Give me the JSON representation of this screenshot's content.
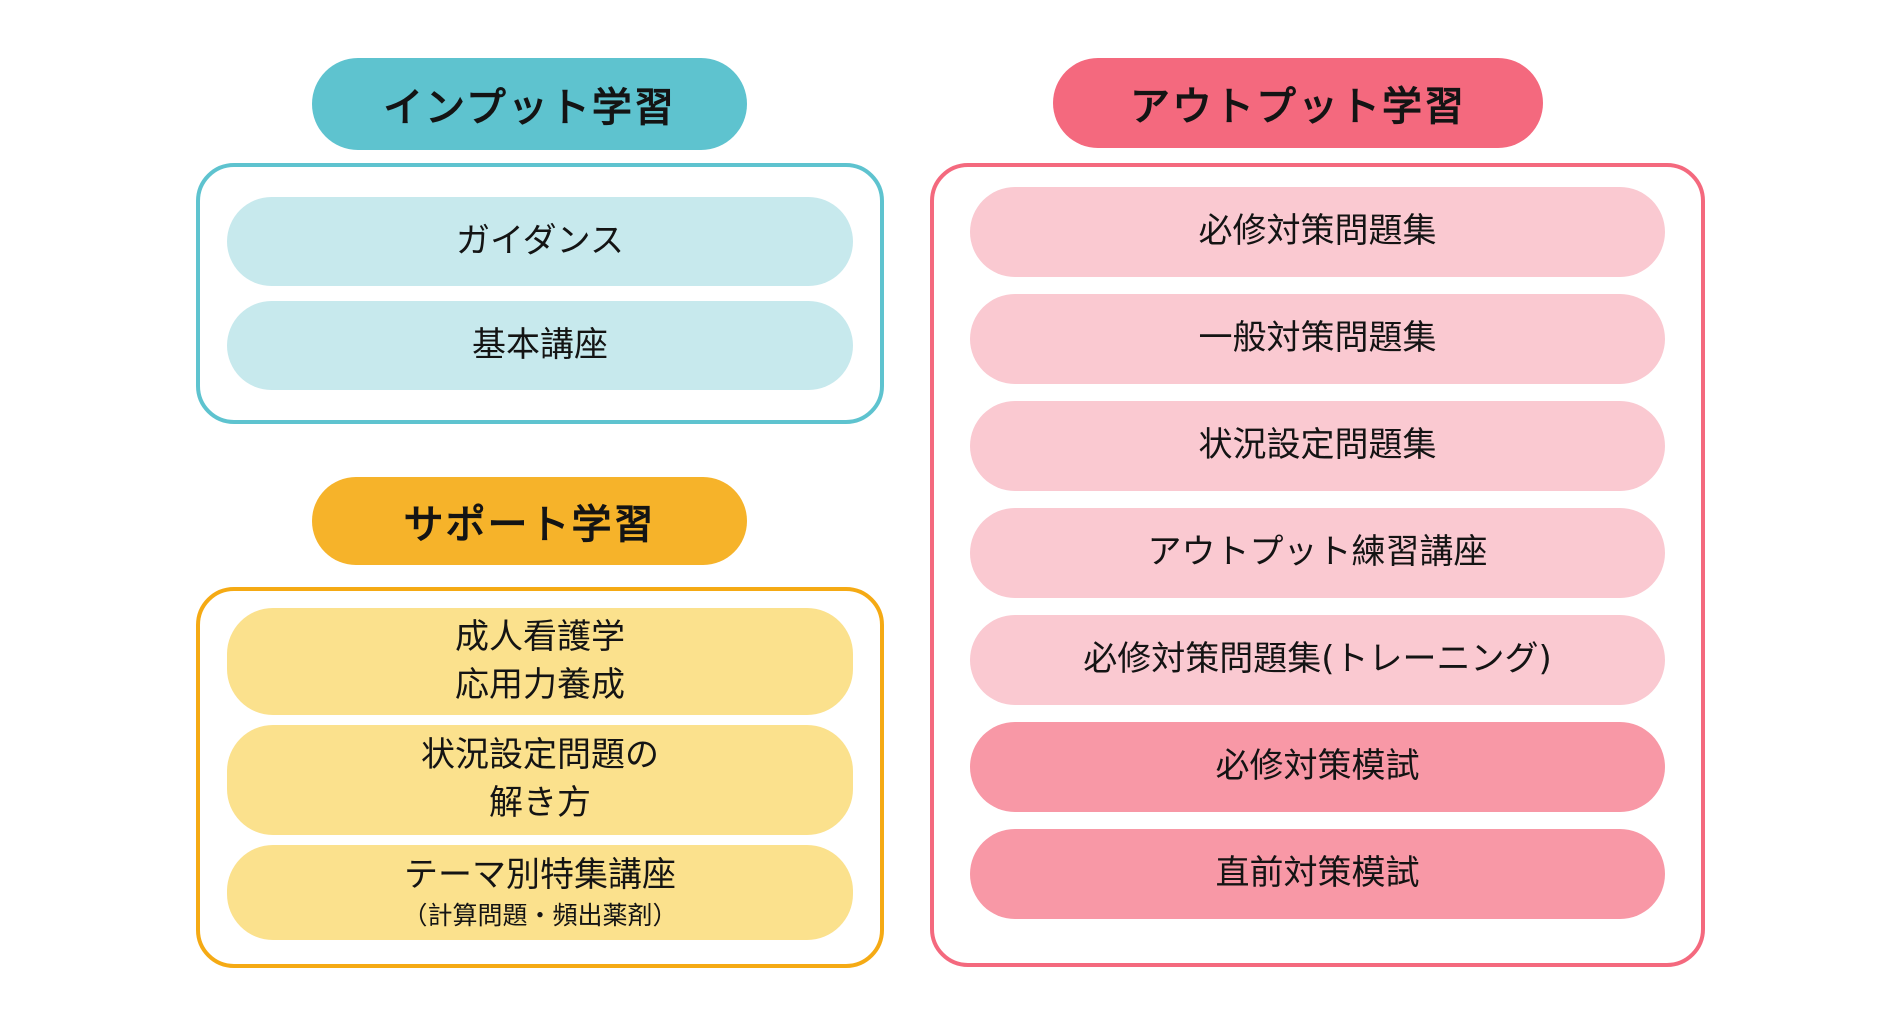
{
  "colors": {
    "background": "#FFFFFF",
    "teal": "#5EC3CF",
    "teal_light": "#C7E9ED",
    "yellow": "#F6B32A",
    "yellow_border": "#F5AA14",
    "yellow_light": "#FBE18D",
    "pink": "#F4697E",
    "pink_light": "#FAC9D1",
    "pink_mid": "#F898A6",
    "text": "#141414"
  },
  "sections": {
    "input": {
      "title": "インプット学習",
      "items": [
        {
          "label": "ガイダンス"
        },
        {
          "label": "基本講座"
        }
      ]
    },
    "support": {
      "title": "サポート学習",
      "items": [
        {
          "line1": "成人看護学",
          "line2": "応用力養成"
        },
        {
          "line1": "状況設定問題の",
          "line2": "解き方"
        },
        {
          "line1": "テーマ別特集講座",
          "line2": "（計算問題・頻出薬剤）"
        }
      ]
    },
    "output": {
      "title": "アウトプット学習",
      "items": [
        {
          "label": "必修対策問題集",
          "variant": "light"
        },
        {
          "label": "一般対策問題集",
          "variant": "light"
        },
        {
          "label": "状況設定問題集",
          "variant": "light"
        },
        {
          "label": "アウトプット練習講座",
          "variant": "light"
        },
        {
          "label": "必修対策問題集(トレーニング)",
          "variant": "light"
        },
        {
          "label": "必修対策模試",
          "variant": "dark"
        },
        {
          "label": "直前対策模試",
          "variant": "dark"
        }
      ]
    }
  }
}
